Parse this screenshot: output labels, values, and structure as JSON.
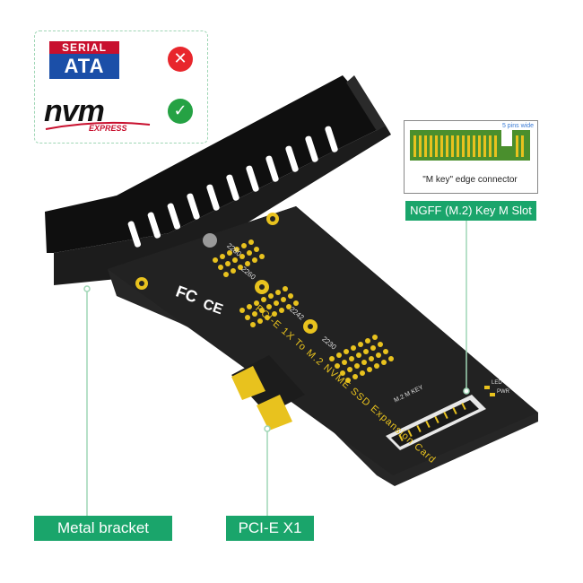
{
  "compatibility": {
    "sata": {
      "top": "SERIAL",
      "bottom": "ATA",
      "status_icon": "cross-circle-icon",
      "color": "#e8262c"
    },
    "nvme": {
      "main": "nvm",
      "sub": "EXPRESS",
      "status_icon": "check-circle-icon",
      "color": "#25a244"
    }
  },
  "pcb": {
    "title": "PCI-E 1X To M.2 NVME SSD Expansion Card",
    "sizes": [
      "2280",
      "2260",
      "2242",
      "2230"
    ],
    "slot_label": "M.2 M KEY",
    "marks": [
      "FC",
      "CE"
    ],
    "led_labels": [
      "LED",
      "PWR"
    ]
  },
  "connector_detail": {
    "caption": "\"M key\" edge connector",
    "note": "5 pins wide"
  },
  "callouts": {
    "slot": "NGFF (M.2) Key M Slot",
    "bracket": "Metal bracket",
    "pcie": "PCI-E X1"
  },
  "colors": {
    "accent": "#1aa56b",
    "pcb": "#1a1a1a",
    "gold": "#e8c21e",
    "bracket": "#111111"
  }
}
